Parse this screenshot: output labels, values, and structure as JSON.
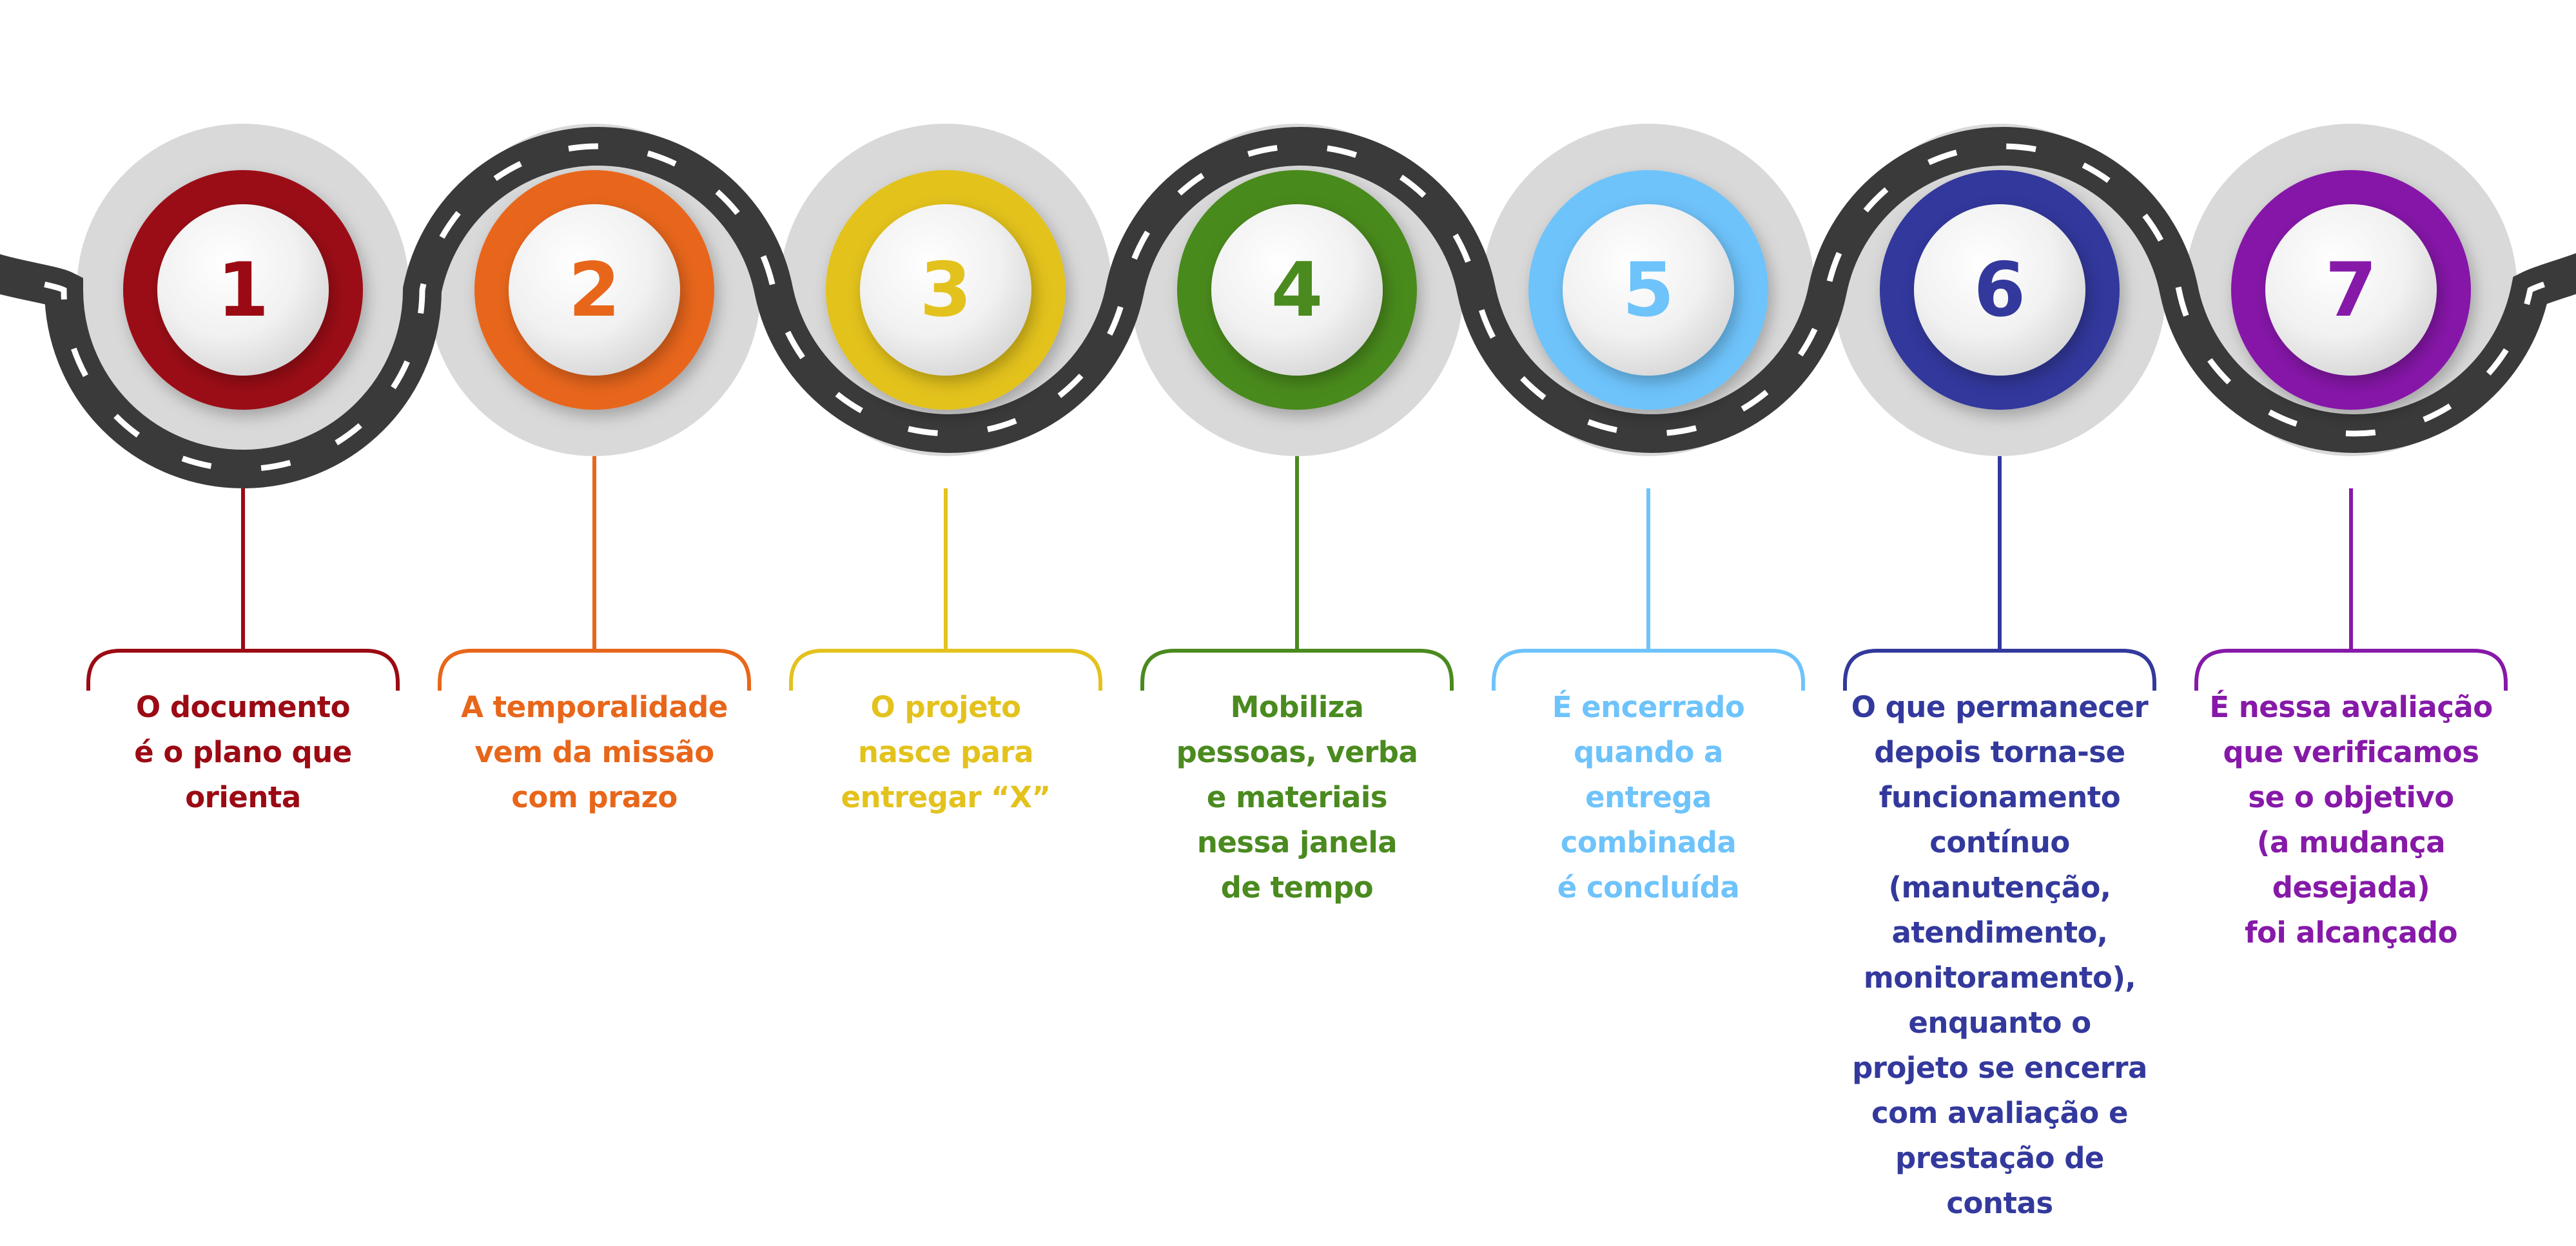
{
  "diagram": {
    "steps": [
      {
        "number": "1",
        "color": "#9b0a14",
        "text": "O documento\né o plano que\norienta"
      },
      {
        "number": "2",
        "color": "#e8661a",
        "text": "A temporalidade\nvem da missão\ncom prazo"
      },
      {
        "number": "3",
        "color": "#e3c21d",
        "text": "O projeto\nnasce para\nentregar “X”"
      },
      {
        "number": "4",
        "color": "#4a8a1f",
        "text": "Mobiliza\npessoas, verba\ne materiais\nnessa janela\nde tempo"
      },
      {
        "number": "5",
        "color": "#6ec3fb",
        "text": "É encerrado\nquando a\nentrega\ncombinada\né concluída"
      },
      {
        "number": "6",
        "color": "#33399c",
        "text": "O que permanecer\ndepois torna-se\nfuncionamento\ncontínuo\n(manutenção,\natendimento,\nmonitoramento),\nenquanto o\nprojeto se encerra\ncom avaliação e\nprestação de contas"
      },
      {
        "number": "7",
        "color": "#8619a8",
        "text": "É nessa avaliação\nque verificamos\nse o objetivo\n(a mudança\ndesejada)\nfoi alcançado"
      }
    ],
    "road_color": "#3a3a3a",
    "lane_mark_color": "#ffffff",
    "halo_color": "#d9d9d9"
  }
}
